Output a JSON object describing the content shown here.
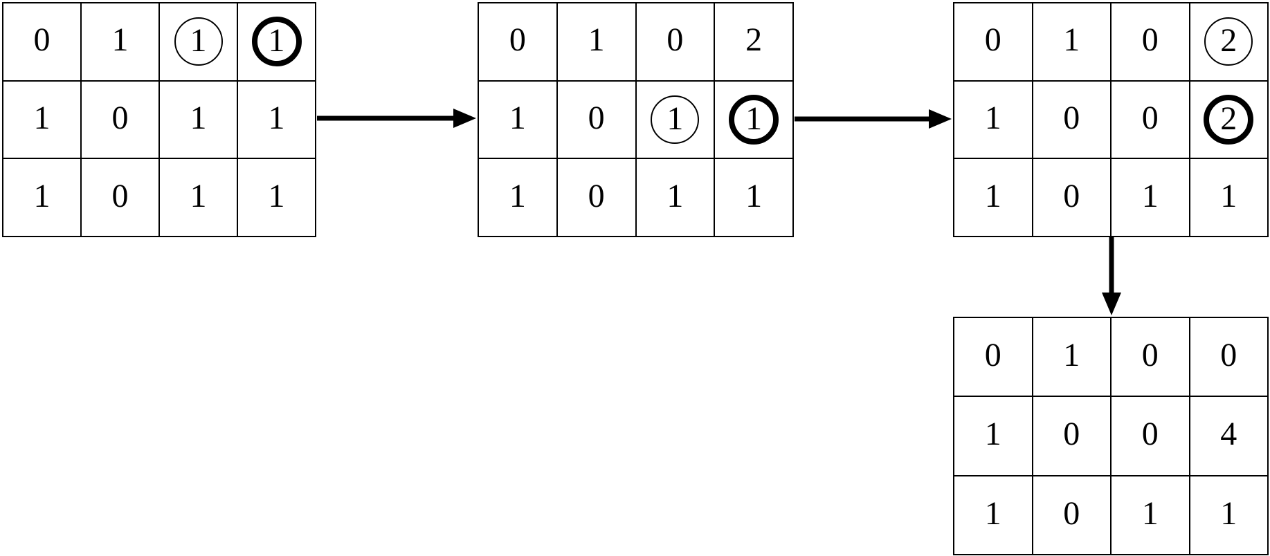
{
  "figure": {
    "background_color": "#ffffff",
    "line_color": "#000000",
    "description": "Four 4x3 numeric matrices connected by thick arrows showing successive merge steps; selected entries are marked with a thin circle and a bold circle."
  },
  "grids": [
    {
      "id": "step-1",
      "rows": [
        [
          {
            "v": "0"
          },
          {
            "v": "1"
          },
          {
            "v": "1",
            "circle": "thin"
          },
          {
            "v": "1",
            "circle": "bold"
          }
        ],
        [
          {
            "v": "1"
          },
          {
            "v": "0"
          },
          {
            "v": "1"
          },
          {
            "v": "1"
          }
        ],
        [
          {
            "v": "1"
          },
          {
            "v": "0"
          },
          {
            "v": "1"
          },
          {
            "v": "1"
          }
        ]
      ]
    },
    {
      "id": "step-2",
      "rows": [
        [
          {
            "v": "0"
          },
          {
            "v": "1"
          },
          {
            "v": "0"
          },
          {
            "v": "2"
          }
        ],
        [
          {
            "v": "1"
          },
          {
            "v": "0"
          },
          {
            "v": "1",
            "circle": "thin"
          },
          {
            "v": "1",
            "circle": "bold"
          }
        ],
        [
          {
            "v": "1"
          },
          {
            "v": "0"
          },
          {
            "v": "1"
          },
          {
            "v": "1"
          }
        ]
      ]
    },
    {
      "id": "step-3",
      "rows": [
        [
          {
            "v": "0"
          },
          {
            "v": "1"
          },
          {
            "v": "0"
          },
          {
            "v": "2",
            "circle": "thin"
          }
        ],
        [
          {
            "v": "1"
          },
          {
            "v": "0"
          },
          {
            "v": "0"
          },
          {
            "v": "2",
            "circle": "bold"
          }
        ],
        [
          {
            "v": "1"
          },
          {
            "v": "0"
          },
          {
            "v": "1"
          },
          {
            "v": "1"
          }
        ]
      ]
    },
    {
      "id": "step-4",
      "rows": [
        [
          {
            "v": "0"
          },
          {
            "v": "1"
          },
          {
            "v": "0"
          },
          {
            "v": "0"
          }
        ],
        [
          {
            "v": "1"
          },
          {
            "v": "0"
          },
          {
            "v": "0"
          },
          {
            "v": "4"
          }
        ],
        [
          {
            "v": "1"
          },
          {
            "v": "0"
          },
          {
            "v": "1"
          },
          {
            "v": "1"
          }
        ]
      ]
    }
  ],
  "arrows": [
    {
      "id": "arrow-1",
      "direction": "right",
      "from": "step-1",
      "to": "step-2"
    },
    {
      "id": "arrow-2",
      "direction": "right",
      "from": "step-2",
      "to": "step-3"
    },
    {
      "id": "arrow-3",
      "direction": "down",
      "from": "step-3",
      "to": "step-4"
    }
  ]
}
